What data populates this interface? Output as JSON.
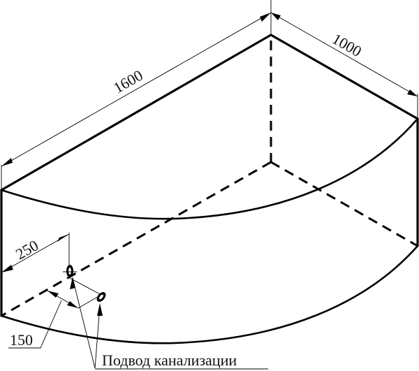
{
  "drawing": {
    "subject": "Corner bathtub isometric drawing",
    "dimensions": {
      "length": "1600",
      "width": "1000",
      "drain_offset_side": "250",
      "drain_spacing": "150"
    },
    "labels": {
      "drain_callout": "Подвод канализации"
    },
    "colors": {
      "line": "#000000",
      "background": "#ffffff"
    }
  }
}
